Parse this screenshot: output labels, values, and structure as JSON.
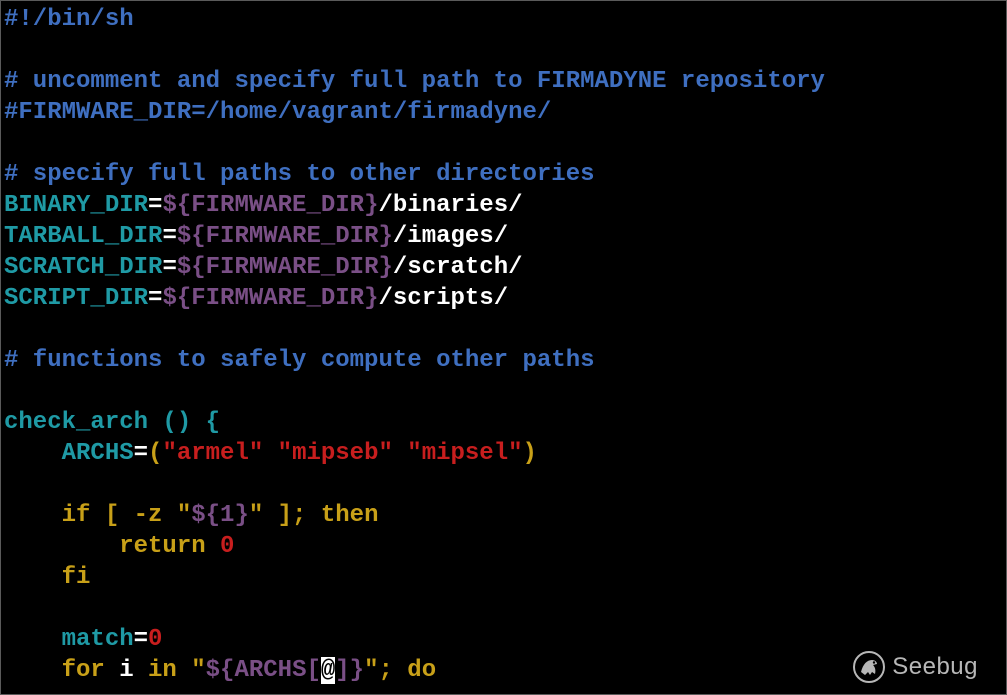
{
  "editor": {
    "lines": [
      [
        {
          "t": "#!/bin/sh",
          "c": "comment"
        }
      ],
      [],
      [
        {
          "t": "# uncomment and specify full path to FIRMADYNE repository",
          "c": "comment"
        }
      ],
      [
        {
          "t": "#FIRMWARE_DIR=/home/vagrant/firmadyne/",
          "c": "comment"
        }
      ],
      [],
      [
        {
          "t": "# specify full paths to other directories",
          "c": "comment"
        }
      ],
      [
        {
          "t": "BINARY_DIR",
          "c": "var"
        },
        {
          "t": "=",
          "c": "plain"
        },
        {
          "t": "${FIRMWARE_DIR}",
          "c": "expand"
        },
        {
          "t": "/binaries/",
          "c": "plain"
        }
      ],
      [
        {
          "t": "TARBALL_DIR",
          "c": "var"
        },
        {
          "t": "=",
          "c": "plain"
        },
        {
          "t": "${FIRMWARE_DIR}",
          "c": "expand"
        },
        {
          "t": "/images/",
          "c": "plain"
        }
      ],
      [
        {
          "t": "SCRATCH_DIR",
          "c": "var"
        },
        {
          "t": "=",
          "c": "plain"
        },
        {
          "t": "${FIRMWARE_DIR}",
          "c": "expand"
        },
        {
          "t": "/scratch/",
          "c": "plain"
        }
      ],
      [
        {
          "t": "SCRIPT_DIR",
          "c": "var"
        },
        {
          "t": "=",
          "c": "plain"
        },
        {
          "t": "${FIRMWARE_DIR}",
          "c": "expand"
        },
        {
          "t": "/scripts/",
          "c": "plain"
        }
      ],
      [],
      [
        {
          "t": "# functions to safely compute other paths",
          "c": "comment"
        }
      ],
      [],
      [
        {
          "t": "check_arch () {",
          "c": "func"
        }
      ],
      [
        {
          "t": "    ",
          "c": "plain"
        },
        {
          "t": "ARCHS",
          "c": "var"
        },
        {
          "t": "=",
          "c": "plain"
        },
        {
          "t": "(",
          "c": "keyword"
        },
        {
          "t": "\"armel\"",
          "c": "string"
        },
        {
          "t": " ",
          "c": "plain"
        },
        {
          "t": "\"mipseb\"",
          "c": "string"
        },
        {
          "t": " ",
          "c": "plain"
        },
        {
          "t": "\"mipsel\"",
          "c": "string"
        },
        {
          "t": ")",
          "c": "keyword"
        }
      ],
      [],
      [
        {
          "t": "    ",
          "c": "plain"
        },
        {
          "t": "if [ -z \"",
          "c": "keyword"
        },
        {
          "t": "${1}",
          "c": "expand"
        },
        {
          "t": "\" ]; then",
          "c": "keyword"
        }
      ],
      [
        {
          "t": "        ",
          "c": "plain"
        },
        {
          "t": "return ",
          "c": "keyword"
        },
        {
          "t": "0",
          "c": "number"
        }
      ],
      [
        {
          "t": "    ",
          "c": "plain"
        },
        {
          "t": "fi",
          "c": "keyword"
        }
      ],
      [],
      [
        {
          "t": "    ",
          "c": "plain"
        },
        {
          "t": "match",
          "c": "var"
        },
        {
          "t": "=",
          "c": "plain"
        },
        {
          "t": "0",
          "c": "number"
        }
      ],
      [
        {
          "t": "    ",
          "c": "plain"
        },
        {
          "t": "for ",
          "c": "keyword"
        },
        {
          "t": "i ",
          "c": "plain"
        },
        {
          "t": "in ",
          "c": "keyword"
        },
        {
          "t": "\"",
          "c": "keyword"
        },
        {
          "t": "${ARCHS[",
          "c": "expand"
        },
        {
          "t": "@",
          "c": "cursor"
        },
        {
          "t": "]}",
          "c": "expand"
        },
        {
          "t": "\"; do",
          "c": "keyword"
        }
      ]
    ]
  },
  "watermark": {
    "text": "Seebug",
    "icon": "seebug-logo-icon"
  }
}
